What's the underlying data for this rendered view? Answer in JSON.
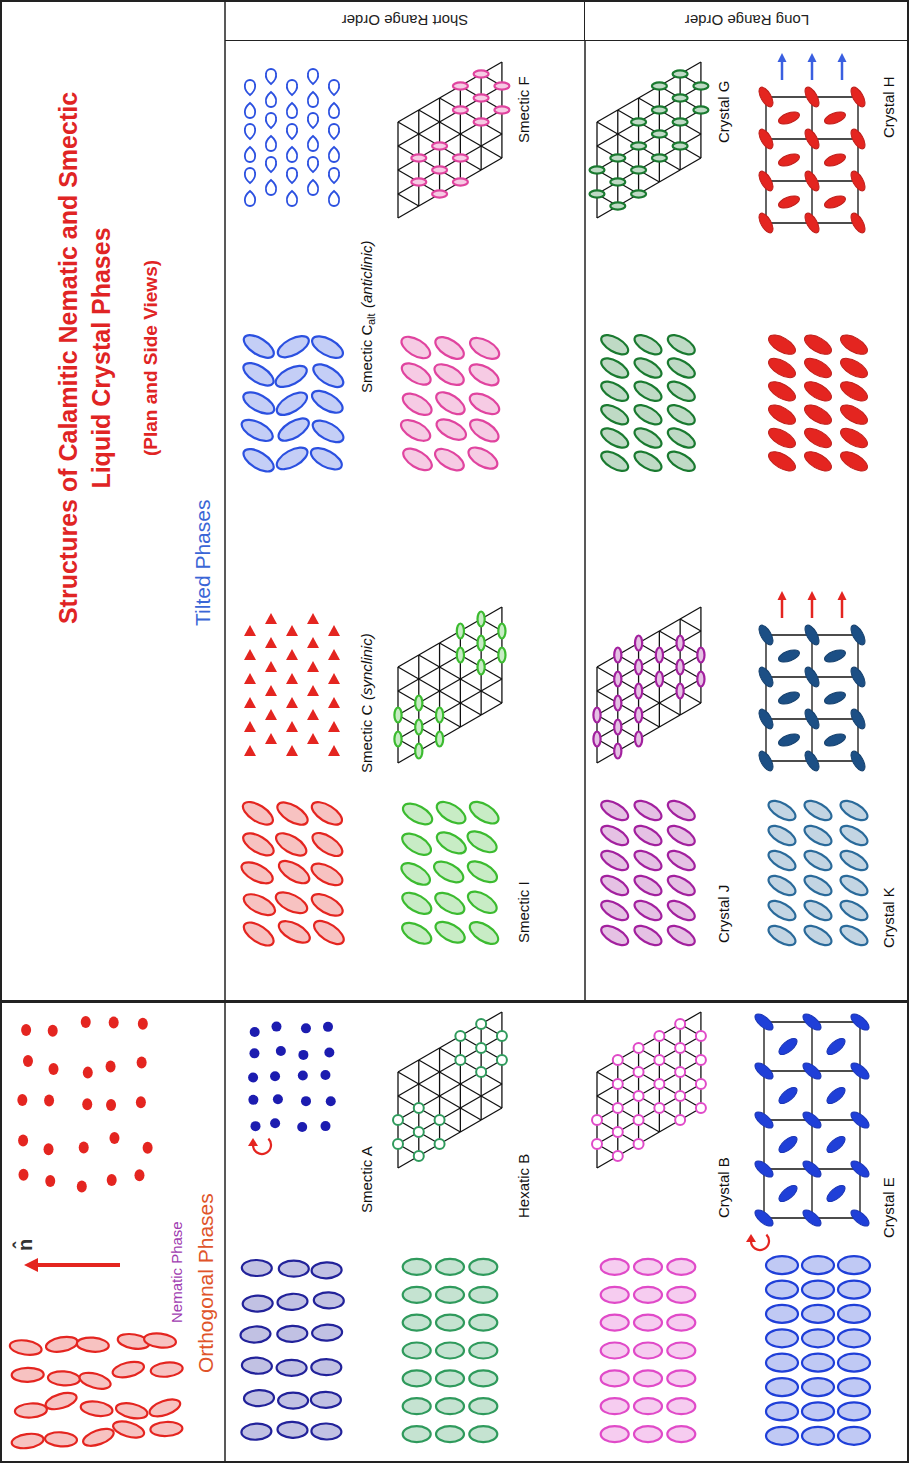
{
  "diagram": {
    "title": "Structures of Calamitic Nematic and Smectic Liquid Crystal Phases",
    "nodes": [
      {
        "text": [
          "Orthogonal Phases"
        ]
      },
      {
        "text": [
          "Tilted Phases"
        ]
      },
      {
        "text": [
          "Short Range Order"
        ]
      },
      {
        "text": [
          "Long Range Order"
        ]
      }
    ],
    "labels": [
      "(Plan and Side Views)",
      "n̂",
      "Nematic Phase",
      "Smectic A",
      "Hexatic B",
      "Crystal B",
      "Crystal E",
      "Smectic C",
      "(synclinic)",
      "Smectic C",
      "alt",
      "(anticlinic)",
      "Smectic I",
      "Smectic F",
      "Crystal J",
      "Crystal G",
      "Crystal K",
      "Crystal H"
    ]
  }
}
